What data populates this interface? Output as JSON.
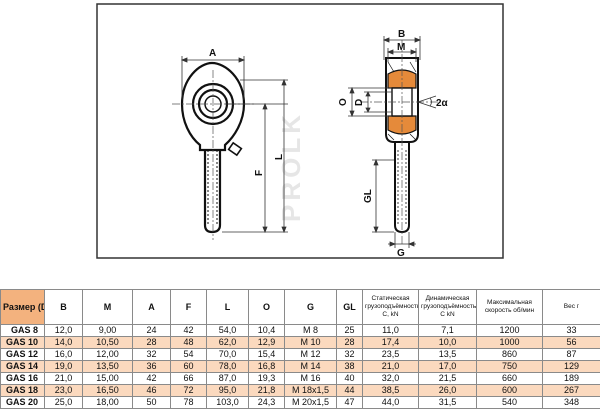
{
  "drawing": {
    "labels": {
      "a": "A",
      "b": "B",
      "m": "M",
      "f": "F",
      "l": "L",
      "o": "O",
      "d": "D",
      "gl": "GL",
      "g": "G",
      "angle": "2α"
    },
    "watermark": "PROLK",
    "colors": {
      "ball": "#e58a3a",
      "outline": "#111111",
      "frame": "#333333"
    }
  },
  "table": {
    "headers": [
      {
        "text": "Размер (D)",
        "wrap": false,
        "highlight": true
      },
      {
        "text": "B",
        "wrap": false
      },
      {
        "text": "M",
        "wrap": false
      },
      {
        "text": "A",
        "wrap": false
      },
      {
        "text": "F",
        "wrap": false
      },
      {
        "text": "L",
        "wrap": false
      },
      {
        "text": "O",
        "wrap": false
      },
      {
        "text": "G",
        "wrap": false
      },
      {
        "text": "GL",
        "wrap": false
      },
      {
        "text": "Статическая грузоподъёмность C, kN",
        "wrap": true
      },
      {
        "text": "Динамическая грузоподъёмность C kN",
        "wrap": true
      },
      {
        "text": "Максимальная скорость об/мин",
        "wrap": true
      },
      {
        "text": "Вес г",
        "wrap": true
      }
    ],
    "rows": [
      [
        "GAS 8",
        "12,0",
        "9,00",
        "24",
        "42",
        "54,0",
        "10,4",
        "M 8",
        "25",
        "11,0",
        "7,1",
        "1200",
        "33"
      ],
      [
        "GAS 10",
        "14,0",
        "10,50",
        "28",
        "48",
        "62,0",
        "12,9",
        "M 10",
        "28",
        "17,4",
        "10,0",
        "1000",
        "56"
      ],
      [
        "GAS 12",
        "16,0",
        "12,00",
        "32",
        "54",
        "70,0",
        "15,4",
        "M 12",
        "32",
        "23,5",
        "13,5",
        "860",
        "87"
      ],
      [
        "GAS 14",
        "19,0",
        "13,50",
        "36",
        "60",
        "78,0",
        "16,8",
        "M 14",
        "38",
        "21,0",
        "17,0",
        "750",
        "129"
      ],
      [
        "GAS 16",
        "21,0",
        "15,00",
        "42",
        "66",
        "87,0",
        "19,3",
        "M 16",
        "40",
        "32,0",
        "21,5",
        "660",
        "189"
      ],
      [
        "GAS 18",
        "23,0",
        "16,50",
        "46",
        "72",
        "95,0",
        "21,8",
        "M 18x1,5",
        "44",
        "38,5",
        "26,0",
        "600",
        "267"
      ],
      [
        "GAS 20",
        "25,0",
        "18,00",
        "50",
        "78",
        "103,0",
        "24,3",
        "M 20x1,5",
        "47",
        "44,0",
        "31,5",
        "540",
        "348"
      ]
    ],
    "row_colors": {
      "shaded": "#fbd9be",
      "plain": "#ffffff"
    }
  }
}
